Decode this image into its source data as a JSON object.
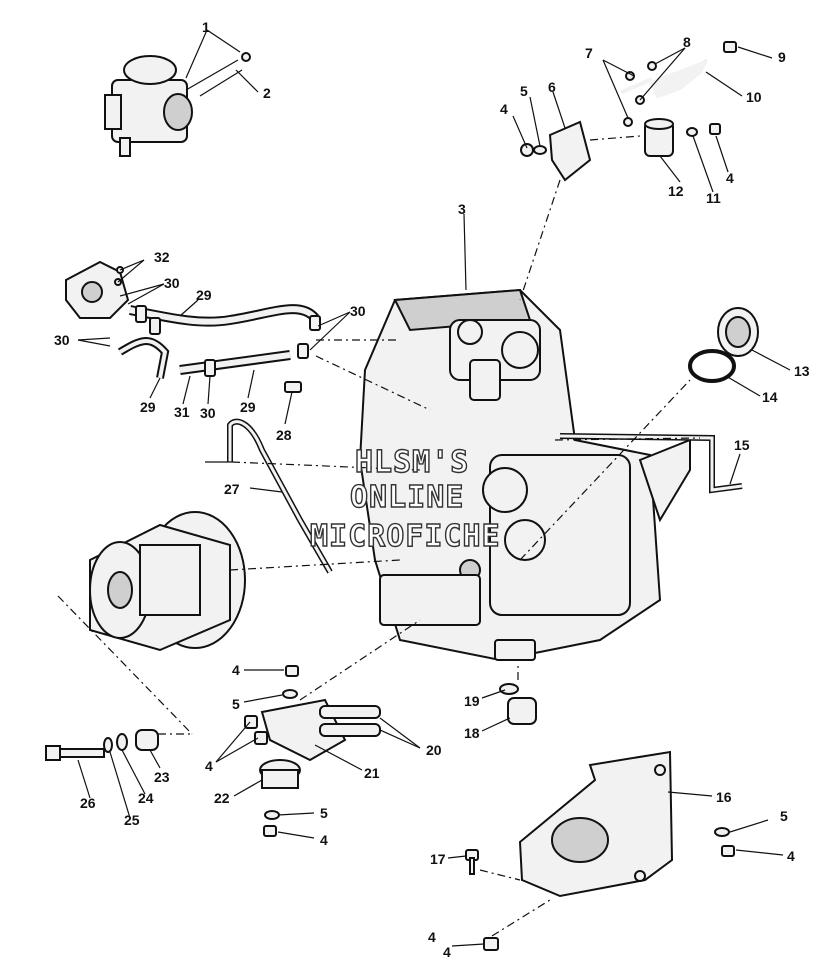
{
  "watermark": {
    "line1": "HLSM'S",
    "line2": "ONLINE",
    "line3": "MICROFICHE"
  },
  "callouts": [
    {
      "id": "c1",
      "text": "1"
    },
    {
      "id": "c2",
      "text": "2"
    },
    {
      "id": "c3",
      "text": "3"
    },
    {
      "id": "c4a",
      "text": "4"
    },
    {
      "id": "c4b",
      "text": "4"
    },
    {
      "id": "c4c",
      "text": "4"
    },
    {
      "id": "c4d",
      "text": "4"
    },
    {
      "id": "c4e",
      "text": "4"
    },
    {
      "id": "c4f",
      "text": "4"
    },
    {
      "id": "c4g",
      "text": "4"
    },
    {
      "id": "c4h",
      "text": "4"
    },
    {
      "id": "c5a",
      "text": "5"
    },
    {
      "id": "c5b",
      "text": "5"
    },
    {
      "id": "c5c",
      "text": "5"
    },
    {
      "id": "c5d",
      "text": "5"
    },
    {
      "id": "c6",
      "text": "6"
    },
    {
      "id": "c7",
      "text": "7"
    },
    {
      "id": "c8",
      "text": "8"
    },
    {
      "id": "c9",
      "text": "9"
    },
    {
      "id": "c10",
      "text": "10"
    },
    {
      "id": "c11",
      "text": "11"
    },
    {
      "id": "c12",
      "text": "12"
    },
    {
      "id": "c13",
      "text": "13"
    },
    {
      "id": "c14",
      "text": "14"
    },
    {
      "id": "c15",
      "text": "15"
    },
    {
      "id": "c16",
      "text": "16"
    },
    {
      "id": "c17",
      "text": "17"
    },
    {
      "id": "c18",
      "text": "18"
    },
    {
      "id": "c19",
      "text": "19"
    },
    {
      "id": "c20",
      "text": "20"
    },
    {
      "id": "c21",
      "text": "21"
    },
    {
      "id": "c22",
      "text": "22"
    },
    {
      "id": "c23",
      "text": "23"
    },
    {
      "id": "c24",
      "text": "24"
    },
    {
      "id": "c25",
      "text": "25"
    },
    {
      "id": "c26",
      "text": "26"
    },
    {
      "id": "c27",
      "text": "27"
    },
    {
      "id": "c28",
      "text": "28"
    },
    {
      "id": "c29a",
      "text": "29"
    },
    {
      "id": "c29b",
      "text": "29"
    },
    {
      "id": "c29c",
      "text": "29"
    },
    {
      "id": "c30a",
      "text": "30"
    },
    {
      "id": "c30b",
      "text": "30"
    },
    {
      "id": "c30c",
      "text": "30"
    },
    {
      "id": "c30d",
      "text": "30"
    },
    {
      "id": "c31",
      "text": "31"
    },
    {
      "id": "c32",
      "text": "32"
    }
  ]
}
